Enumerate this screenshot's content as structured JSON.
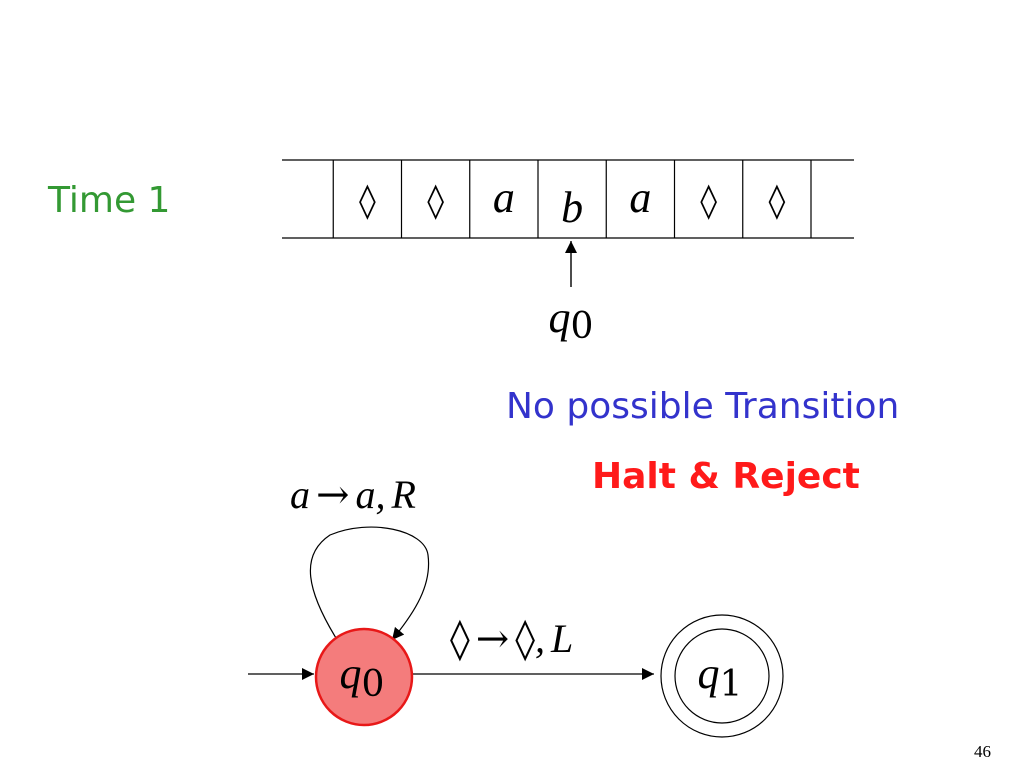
{
  "time_label": "Time 1",
  "tape": {
    "cells": [
      "",
      "◊",
      "◊",
      "a",
      "b",
      "a",
      "◊",
      "◊",
      ""
    ],
    "head_cell": 4,
    "head_state": {
      "base": "q",
      "sub": "0"
    }
  },
  "message": "No possible Transition",
  "result": "Halt & Reject",
  "states": [
    {
      "id": "q0",
      "base": "q",
      "sub": "0",
      "initial": true,
      "accepting": false,
      "current": true
    },
    {
      "id": "q1",
      "base": "q",
      "sub": "1",
      "initial": false,
      "accepting": true,
      "current": false
    }
  ],
  "transitions": {
    "loop_q0": {
      "read": "a",
      "arrow": "→",
      "write": "a",
      "sep": ",",
      "move": "R"
    },
    "q0_q1": {
      "read": "◊",
      "arrow": "→",
      "write": "◊",
      "sep": ",",
      "move": "L"
    }
  },
  "page_number": "46",
  "colors": {
    "time_label": "#339933",
    "message": "#3333cc",
    "result": "#ff1a1a",
    "current_state_fill": "#f47c7c",
    "current_state_stroke": "#e81818",
    "line": "#000000"
  }
}
